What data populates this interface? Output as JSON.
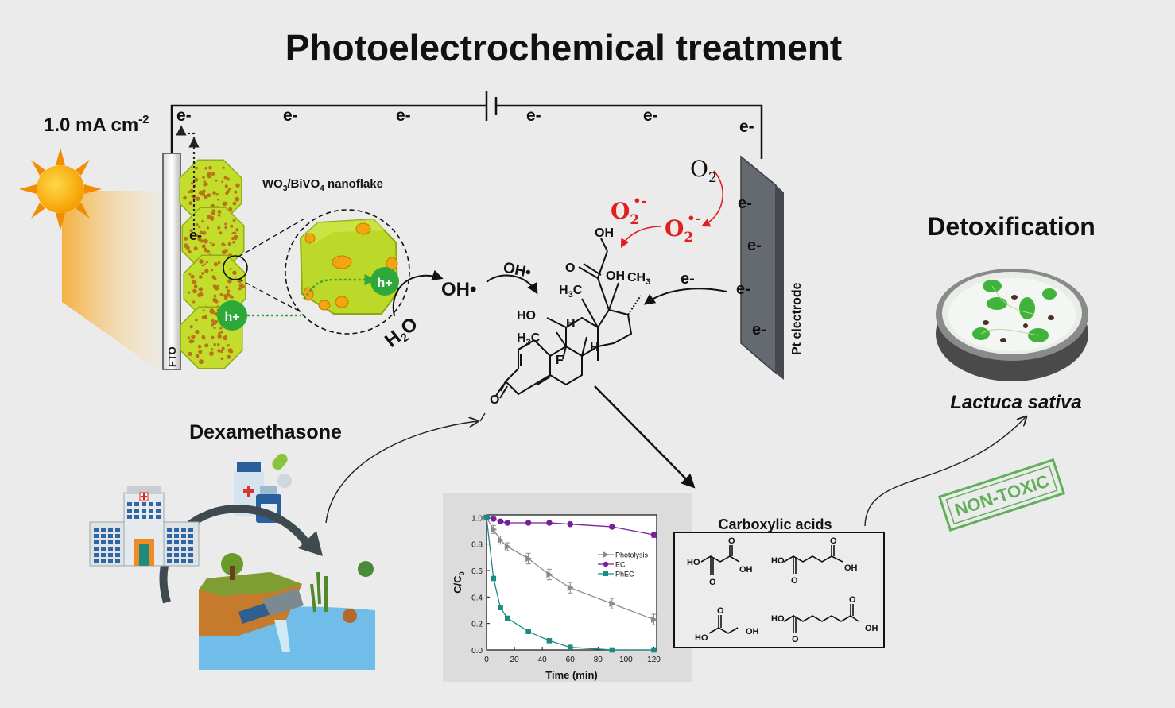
{
  "title": "Photoelectrochemical treatment",
  "current_density": {
    "value": "1.0 mA cm",
    "exp": "-2"
  },
  "electron": "e-",
  "hole": "h+",
  "nanoflake": {
    "a": "WO",
    "a_sub": "3",
    "b": "/BiVO",
    "b_sub": "4",
    "c": "nanoflake"
  },
  "fto": "FTO",
  "pt_electrode": "Pt electrode",
  "oxygen": {
    "base": "O",
    "sub": "2",
    "sup": "•-"
  },
  "hydroxyl": "OH•",
  "water": {
    "h": "H",
    "sub": "2",
    "o": "O"
  },
  "molecule": {
    "oh": "OH",
    "o": "O",
    "ch3": "CH",
    "ch3_sub": "3",
    "h3c": "H",
    "h3c_sub": "3",
    "c": "C",
    "ho": "HO",
    "h": "H",
    "f": "F"
  },
  "dexamethasone": "Dexamethasone",
  "carboxylic": {
    "title": "Carboxylic acids",
    "ho": "HO",
    "oh": "OH",
    "o": "O"
  },
  "detox": "Detoxification",
  "species": "Lactuca sativa",
  "stamp": "NON-TOXIC",
  "chart_data": {
    "type": "line",
    "xlabel": "Time (min)",
    "ylabel": "C/C",
    "ylabel_sub": "0",
    "xlim": [
      0,
      122
    ],
    "ylim": [
      0,
      1.02
    ],
    "xticks": [
      0,
      20,
      40,
      60,
      80,
      100,
      120
    ],
    "yticks": [
      0.0,
      0.2,
      0.4,
      0.6,
      0.8,
      1.0
    ],
    "ytick_labels": [
      "0.0",
      "0.2",
      "0.4",
      "0.6",
      "0.8",
      "1.0"
    ],
    "series": [
      {
        "name": "Photolysis",
        "color": "#8a8a8a",
        "marker": "triangle",
        "x": [
          0,
          5,
          10,
          15,
          30,
          45,
          60,
          90,
          120
        ],
        "y": [
          1.0,
          0.91,
          0.83,
          0.78,
          0.69,
          0.57,
          0.47,
          0.35,
          0.23
        ],
        "err": [
          0.0,
          0.03,
          0.03,
          0.03,
          0.04,
          0.04,
          0.04,
          0.04,
          0.04
        ]
      },
      {
        "name": "EC",
        "color": "#7a1f9a",
        "marker": "circle",
        "x": [
          0,
          5,
          10,
          15,
          30,
          45,
          60,
          90,
          120
        ],
        "y": [
          1.0,
          0.99,
          0.97,
          0.96,
          0.96,
          0.96,
          0.95,
          0.93,
          0.87
        ],
        "err": [
          0,
          0,
          0,
          0,
          0,
          0,
          0,
          0,
          0.02
        ]
      },
      {
        "name": "PhEC",
        "color": "#1a8a82",
        "marker": "square",
        "x": [
          0,
          5,
          10,
          15,
          30,
          45,
          60,
          90,
          120
        ],
        "y": [
          1.0,
          0.54,
          0.32,
          0.24,
          0.14,
          0.07,
          0.02,
          0.0,
          0.0
        ],
        "err": [
          0,
          0,
          0,
          0,
          0,
          0,
          0,
          0,
          0
        ]
      }
    ]
  }
}
